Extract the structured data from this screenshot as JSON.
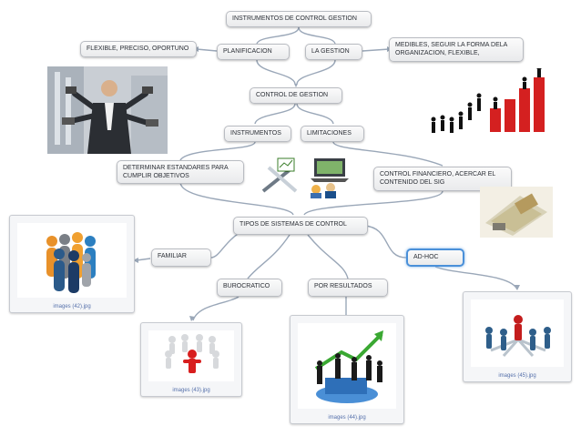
{
  "nodes": {
    "root": "INSTRUMENTOS DE CONTROL GESTION",
    "planificacion": "PLANIFICACION",
    "la_gestion": "LA GESTION",
    "flexible": "FLEXIBLE, PRECISO, OPORTUNO",
    "medibles": "MEDIBLES, SEGUIR LA FORMA DELA ORGANIZACION, FLEXIBLE,",
    "control_gestion": "CONTROL DE GESTION",
    "instrumentos": "INSTRUMENTOS",
    "limitaciones": "LIMITACIONES",
    "determinar": "DETERMINAR ESTANDARES PARA CUMPLIR OBJETIVOS",
    "control_financiero": "CONTROL FINANCIERO, ACERCAR EL CONTENIDO DEL SIG",
    "tipos": "TIPOS DE SISTEMAS DE CONTROL",
    "familiar": "FAMILIAR",
    "adhoc": "AD-HOC",
    "burocratico": "BUROCRATICO",
    "por_resultados": "POR RESULTADOS"
  },
  "images": {
    "familiar": "images (42).jpg",
    "burocratico": "images (43).jpg",
    "resultados": "images (44).jpg",
    "adhoc": "images (45).jpg"
  },
  "colors": {
    "edge": "#9aa7b8",
    "selected_border": "#4a90d9",
    "chart_bar": "#d42020",
    "growth_arrow": "#3aa832"
  }
}
